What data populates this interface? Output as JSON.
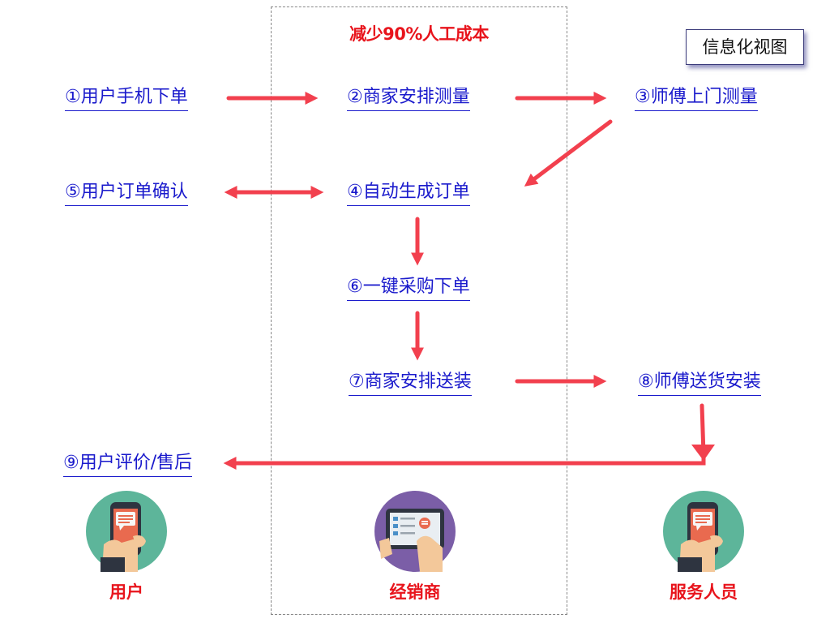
{
  "header": {
    "headline": "减少90%人工成本",
    "view_label": "信息化视图"
  },
  "steps": {
    "s1": "①用户手机下单",
    "s2": "②商家安排测量",
    "s3": "③师傅上门测量",
    "s4": "④自动生成订单",
    "s5": "⑤用户订单确认",
    "s6": "⑥一键采购下单",
    "s7": "⑦商家安排送装",
    "s8": "⑧师傅送货安装",
    "s9": "⑨用户评价/售后"
  },
  "roles": {
    "user": "用户",
    "dealer": "经销商",
    "staff": "服务人员"
  },
  "colors": {
    "arrow": "#f2404e",
    "link": "#1a1acc",
    "emphasis": "#e8141c",
    "avatar_green": "#5db59a",
    "avatar_purple": "#7b5ea7"
  }
}
